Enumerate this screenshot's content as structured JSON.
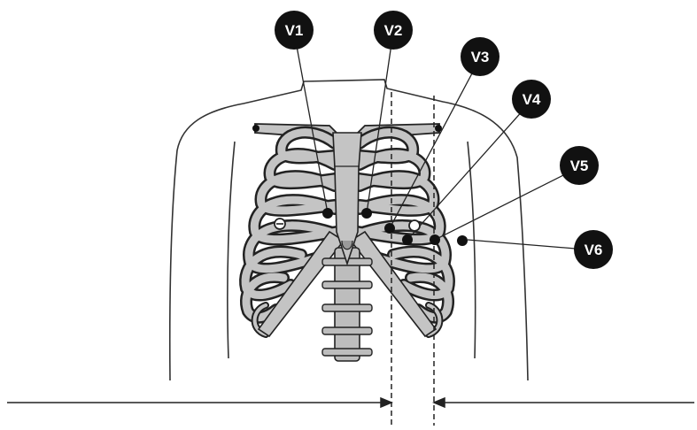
{
  "leads": [
    {
      "label": "V1"
    },
    {
      "label": "V2"
    },
    {
      "label": "V3"
    },
    {
      "label": "V4"
    },
    {
      "label": "V5"
    },
    {
      "label": "V6"
    }
  ],
  "bottom_labels": {
    "left": "",
    "right": ""
  },
  "colors": {
    "bone": "#c4c4c4",
    "outline": "#222222",
    "marker": "#111111",
    "background": "#ffffff"
  }
}
